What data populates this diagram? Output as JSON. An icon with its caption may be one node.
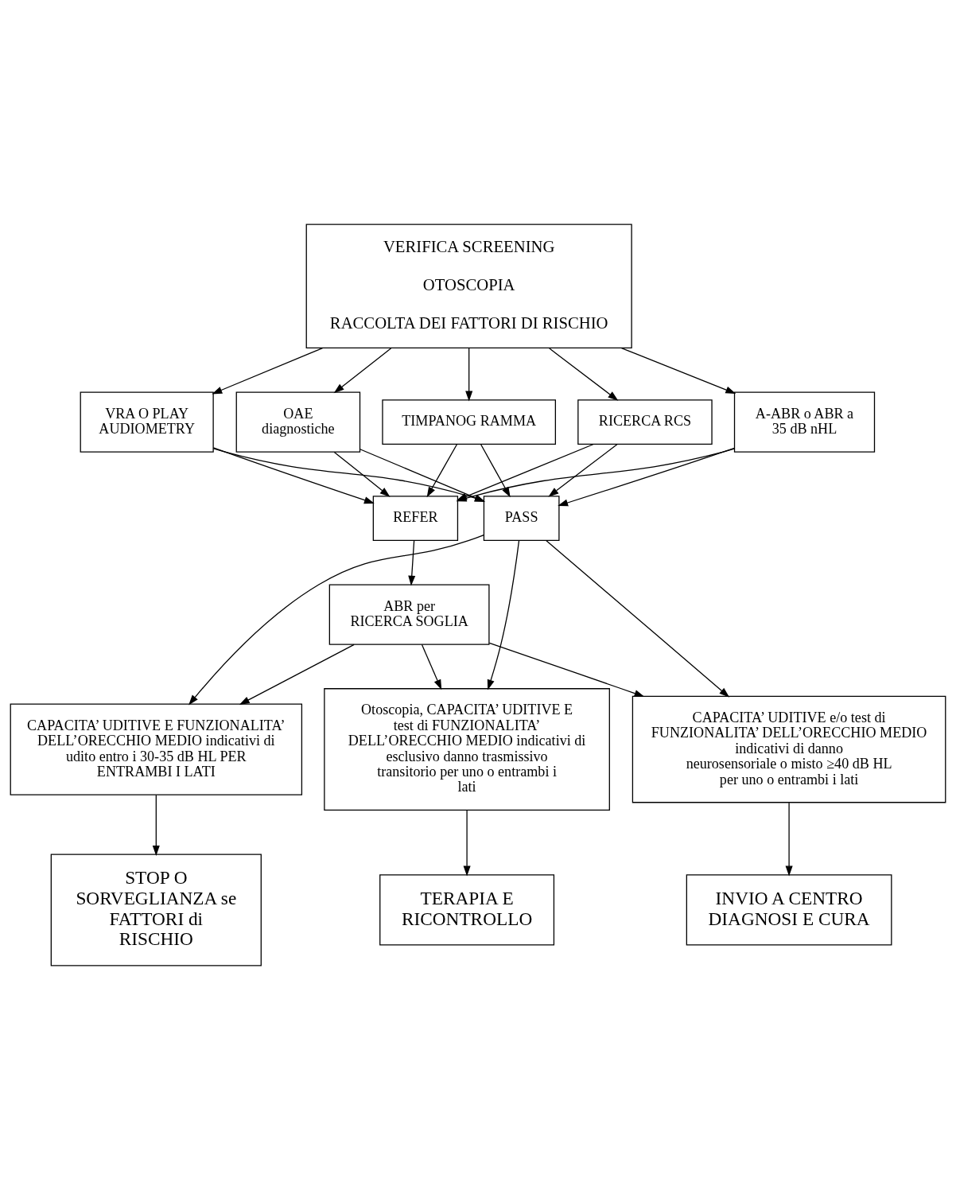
{
  "diagram": {
    "nodes": [
      {
        "text": [
          "VERIFICA SCREENING",
          "OTOSCOPIA",
          "RACCOLTA DEI FATTORI DI RISCHIO"
        ]
      },
      {
        "text": [
          "OAE diagnostiche"
        ]
      },
      {
        "text": [
          "TIMPANOG RAMMA"
        ]
      },
      {
        "text": [
          "RICERCA RCS"
        ]
      },
      {
        "text": [
          "A-ABR o ABR a 35 dB nHL"
        ]
      },
      {
        "text": [
          "VRA O PLAY AUDIOMETRY"
        ]
      },
      {
        "text": [
          "PASS"
        ]
      },
      {
        "text": [
          "REFER"
        ]
      },
      {
        "text": [
          "ABR per RICERCA SOGLIA"
        ]
      },
      {
        "text": [
          "CAPACITA’ UDITIVE E FUNZIONALITA’ DELL’ORECCHIO MEDIO indicativi di udito entro i 30-35 dB HL PER ENTRAMBI I LATI"
        ]
      },
      {
        "text": [
          "Otoscopia, CAPACITA’ UDITIVE E test di FUNZIONALITA’ DELL’ORECCHIO MEDIO indicativi di esclusivo danno trasmissivo transitorio per uno o entrambi i lati"
        ]
      },
      {
        "text": [
          "CAPACITA’ UDITIVE e/o test di FUNZIONALITA’ DELL’ORECCHIO MEDIO indicativi di danno neurosensoriale o misto ≥40 dB HL per uno o entrambi i lati"
        ]
      },
      {
        "text": [
          "STOP O SORVEGLIANZA se FATTORI di RISCHIO"
        ]
      },
      {
        "text": [
          "TERAPIA E RICONTROLLO"
        ]
      },
      {
        "text": [
          "INVIO A CENTRO DIAGNOSI E CURA"
        ]
      }
    ],
    "edges": [
      {
        "from": 0,
        "to": 1,
        "arrow": "to"
      },
      {
        "from": 0,
        "to": 2,
        "arrow": "to"
      },
      {
        "from": 0,
        "to": 3,
        "arrow": "to"
      },
      {
        "from": 0,
        "to": 4,
        "arrow": "to"
      },
      {
        "from": 0,
        "to": 5,
        "arrow": "to"
      },
      {
        "from": 1,
        "to": 6,
        "arrow": "to"
      },
      {
        "from": 1,
        "to": 7,
        "arrow": "to"
      },
      {
        "from": 2,
        "to": 6,
        "arrow": "to"
      },
      {
        "from": 2,
        "to": 7,
        "arrow": "to"
      },
      {
        "from": 3,
        "to": 6,
        "arrow": "to"
      },
      {
        "from": 3,
        "to": 7,
        "arrow": "to"
      },
      {
        "from": 4,
        "to": 6,
        "arrow": "to"
      },
      {
        "from": 4,
        "to": 7,
        "arrow": "to"
      },
      {
        "from": 5,
        "to": 6,
        "arrow": "to"
      },
      {
        "from": 5,
        "to": 7,
        "arrow": "to"
      },
      {
        "from": 7,
        "to": 8,
        "arrow": "to"
      },
      {
        "from": 6,
        "to": 9,
        "arrow": "to"
      },
      {
        "from": 6,
        "to": 10,
        "arrow": "to"
      },
      {
        "from": 6,
        "to": 11,
        "arrow": "to"
      },
      {
        "from": 8,
        "to": 9,
        "arrow": "to"
      },
      {
        "from": 8,
        "to": 10,
        "arrow": "to"
      },
      {
        "from": 8,
        "to": 11,
        "arrow": "to"
      },
      {
        "from": 9,
        "to": 12,
        "arrow": "to"
      },
      {
        "from": 10,
        "to": 13,
        "arrow": "to"
      },
      {
        "from": 11,
        "to": 14,
        "arrow": "to"
      }
    ]
  }
}
